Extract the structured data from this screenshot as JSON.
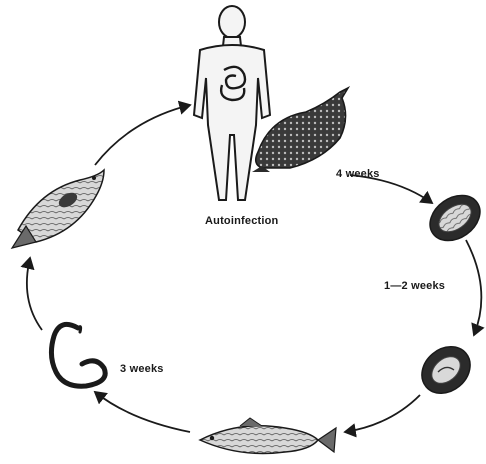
{
  "diagram": {
    "labels": {
      "autoinfection": "Autoinfection",
      "four_weeks": "4 weeks",
      "one_two_weeks": "1—2 weeks",
      "three_weeks": "3 weeks"
    },
    "colors": {
      "ink": "#1a1a1a",
      "fill_dark": "#2b2b2b",
      "fill_mid": "#6a6a6a",
      "fill_light": "#e8e8e8",
      "background": "#ffffff"
    }
  }
}
